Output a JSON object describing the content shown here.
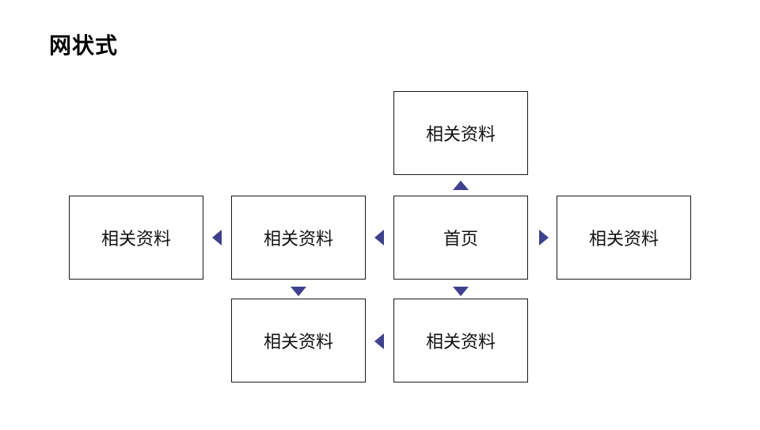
{
  "title": "网状式",
  "colors": {
    "arrow": "#3f418f",
    "border": "#1a1a1a"
  },
  "nodes": {
    "home": "首页",
    "top": "相关资料",
    "left_far": "相关资料",
    "left_near": "相关资料",
    "right": "相关资料",
    "bottom_left": "相关资料",
    "bottom_center": "相关资料"
  },
  "arrows": [
    "up-arrow-icon",
    "left-arrow-icon",
    "right-arrow-icon",
    "down-arrow-icon"
  ]
}
